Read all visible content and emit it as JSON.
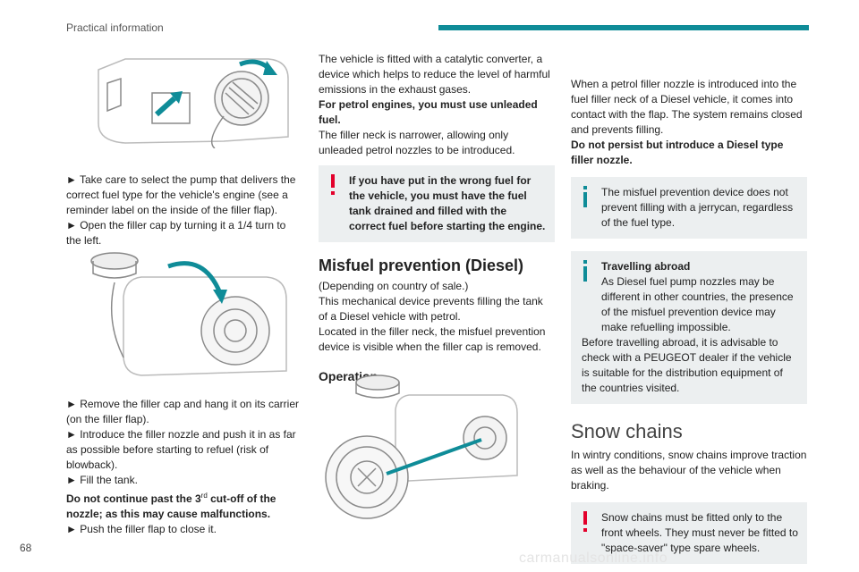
{
  "header": {
    "section": "Practical information"
  },
  "page_number": "68",
  "watermark": "carmanualsonline.info",
  "colors": {
    "accent": "#0f8c98",
    "alert": "#e3002b",
    "panel": "#eceff0"
  },
  "col1": {
    "steps_a": [
      "► Take care to select the pump that delivers the correct fuel type for the vehicle's engine (see a reminder label on the inside of the filler flap).",
      "► Open the filler cap by turning it a 1/4 turn to the left."
    ],
    "steps_b": [
      "► Remove the filler cap and hang it on its carrier (on the filler flap).",
      "► Introduce the filler nozzle and push it in as far as possible before starting to refuel (risk of blowback).",
      "► Fill the tank."
    ],
    "warning_pre": "Do not continue past the 3",
    "warning_sup": "rd",
    "warning_post": " cut-off of the nozzle; as this may cause malfunctions.",
    "step_last": "► Push the filler flap to close it."
  },
  "col2": {
    "intro": "The vehicle is fitted with a catalytic converter, a device which helps to reduce the level of harmful emissions in the exhaust gases.",
    "intro_bold": "For petrol engines, you must use unleaded fuel.",
    "intro2": "The filler neck is narrower, allowing only unleaded petrol nozzles to be introduced.",
    "alert": "If you have put in the wrong fuel for the vehicle, you must have the fuel tank drained and filled with the correct fuel before starting the engine.",
    "section_title": "Misfuel prevention (Diesel)",
    "section_p1": "(Depending on country of sale.)",
    "section_p2": "This mechanical device prevents filling the tank of a Diesel vehicle with petrol.",
    "section_p3": "Located in the filler neck, the misfuel prevention device is visible when the filler cap is removed.",
    "operation_title": "Operation"
  },
  "col3": {
    "p1": "When a petrol filler nozzle is introduced into the fuel filler neck of a Diesel vehicle, it comes into contact with the flap. The system remains closed and prevents filling.",
    "p1_bold": "Do not persist but introduce a Diesel type filler nozzle.",
    "info1": "The misfuel prevention device does not prevent filling with a jerrycan, regardless of the fuel type.",
    "info2_title": "Travelling abroad",
    "info2_p1": "As Diesel fuel pump nozzles may be different in other countries, the presence of the misfuel prevention device may make refuelling impossible.",
    "info2_p2": "Before travelling abroad, it is advisable to check with a PEUGEOT dealer if the vehicle is suitable for the distribution equipment of the countries visited.",
    "snow_title": "Snow chains",
    "snow_p": "In wintry conditions, snow chains improve traction as well as the behaviour of the vehicle when braking.",
    "snow_alert": "Snow chains must be fitted only to the front wheels. They must never be fitted to \"space-saver\" type spare wheels."
  }
}
